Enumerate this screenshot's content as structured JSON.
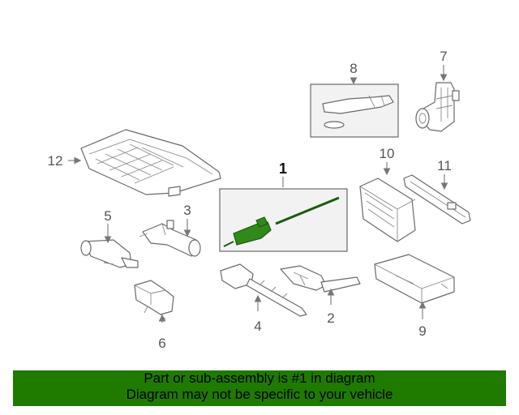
{
  "callouts": [
    "1",
    "2",
    "3",
    "4",
    "5",
    "6",
    "7",
    "8",
    "9",
    "10",
    "11",
    "12"
  ],
  "banner": {
    "line1": "Part or sub-assembly is #1 in diagram",
    "line2": "Diagram may not be specific to your vehicle",
    "color": "#1f7a00"
  },
  "highlight_color": "#2f8a1a"
}
